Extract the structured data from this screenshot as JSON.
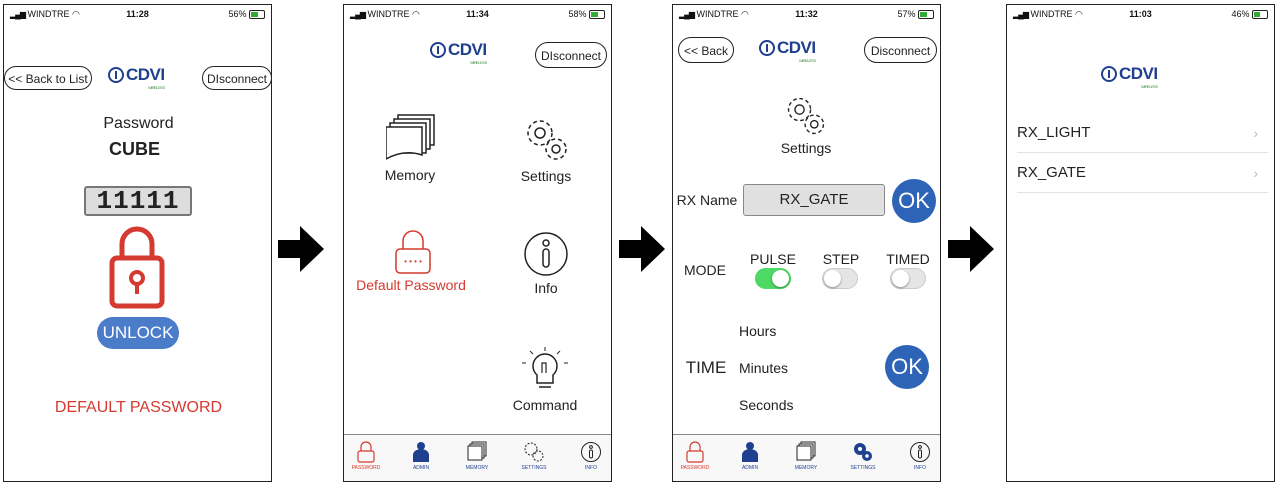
{
  "status_bars": [
    {
      "carrier": "WINDTRE",
      "time": "11:28",
      "battery": "56%",
      "battery_level": 0.56
    },
    {
      "carrier": "WINDTRE",
      "time": "11:34",
      "battery": "58%",
      "battery_level": 0.58
    },
    {
      "carrier": "WINDTRE",
      "time": "11:32",
      "battery": "57%",
      "battery_level": 0.57
    },
    {
      "carrier": "WINDTRE",
      "time": "11:03",
      "battery": "46%",
      "battery_level": 0.46
    }
  ],
  "brand": {
    "name": "CDVI",
    "sub": "WIRELESS",
    "blue": "#1f3f8f",
    "green": "#3a8a3a"
  },
  "screen1": {
    "back_label": "<< Back to List",
    "disconnect_label": "DIsconnect",
    "password_label": "Password",
    "device_name": "CUBE",
    "pin_value": "11111",
    "unlock_label": "UNLOCK",
    "default_password_label": "DEFAULT PASSWORD"
  },
  "screen2": {
    "disconnect_label": "DIsconnect",
    "menu": {
      "memory": "Memory",
      "settings": "Settings",
      "default_password": "Default Password",
      "info": "Info",
      "command": "Command"
    }
  },
  "screen3": {
    "back_label": "<< Back",
    "disconnect_label": "Disconnect",
    "settings_title": "Settings",
    "rx_name_label": "RX Name",
    "rx_name_value": "RX_GATE",
    "ok_label": "OK",
    "mode_label": "MODE",
    "modes": [
      {
        "label": "PULSE",
        "on": true
      },
      {
        "label": "STEP",
        "on": false
      },
      {
        "label": "TIMED",
        "on": false
      }
    ],
    "time_label": "TIME",
    "time_units": [
      "Hours",
      "Minutes",
      "Seconds"
    ]
  },
  "tabbar": [
    "PASSWORD",
    "ADMIN",
    "MEMORY",
    "SETTINGS",
    "INFO"
  ],
  "screen4": {
    "items": [
      "RX_LIGHT",
      "RX_GATE"
    ]
  },
  "colors": {
    "accent_blue": "#2d64b8",
    "red": "#d43a2f",
    "toggle_on": "#4cd964"
  }
}
